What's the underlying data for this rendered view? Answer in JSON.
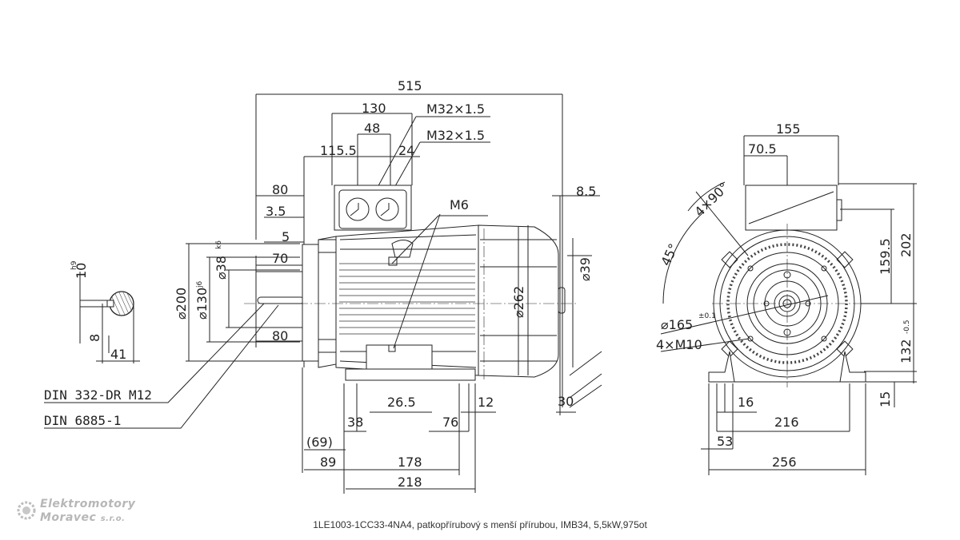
{
  "dimensions": {
    "overall_length": "515",
    "terminal_box_width": "130",
    "entry_spacing": "48",
    "entry_offset": "24",
    "box_position": "115.5",
    "cable_gland_1": "M32×1.5",
    "cable_gland_2": "M32×1.5",
    "shaft_offset": "80",
    "flange_thickness": "3.5",
    "spigot_depth": "5",
    "shaft_length": "70",
    "shaft_shoulder": "80",
    "earth_thread": "M6",
    "fan_cover_gap": "8.5",
    "rear_shaft_dia": "⌀39",
    "frame_dia": "⌀262",
    "flange_dia": "⌀200",
    "spigot_dia": "⌀130",
    "spigot_tol": "j6",
    "shaft_dia": "⌀38",
    "shaft_tol": "k6",
    "foot_height_off": "30",
    "foot_gap_a": "26.5",
    "foot_width_b": "12",
    "foot_c": "38",
    "foot_d": "76",
    "ref_69": "(69)",
    "ref_89": "89",
    "foot_spacing": "178",
    "foot_total": "218",
    "key_height": "10",
    "key_tol": "h9",
    "key_depth": "8",
    "key_width": "41",
    "thread_standard": "DIN 332-DR M12",
    "key_standard": "DIN 6885-1",
    "box_width_end": "155",
    "box_offset_end": "70.5",
    "angle_small": "4×90°",
    "angle_45": "45°",
    "box_height": "159.5",
    "total_height": "202",
    "pcd": "⌀165",
    "pcd_tol": "±0.1",
    "flange_holes": "4×M10",
    "shaft_height": "132",
    "shaft_height_tol": "-0.5",
    "foot_hole_dia": "16",
    "foot_hole_spacing": "216",
    "foot_thickness": "15",
    "foot_offset": "53",
    "base_width": "256"
  },
  "logo": {
    "line1": "Elektromotory",
    "line2": "Moravec",
    "suffix": "s.r.o."
  },
  "caption": "1LE1003-1CC33-4NA4, patkopřírubový s menší přírubou, IMB34, 5,5kW,975ot"
}
